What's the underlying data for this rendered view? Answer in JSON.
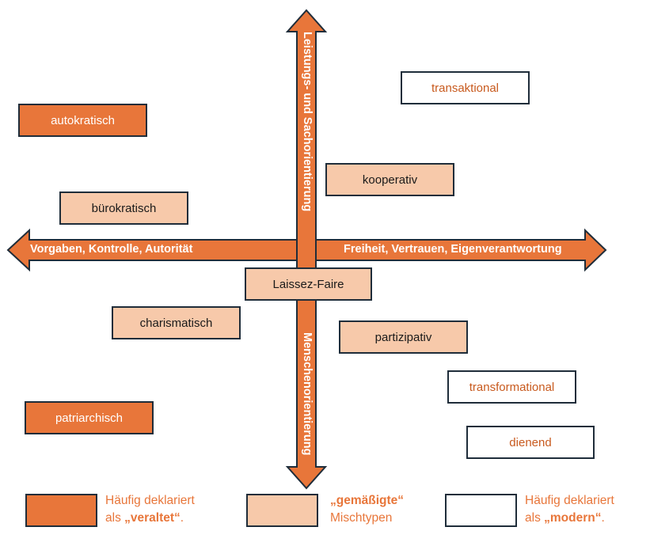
{
  "colors": {
    "veraltet": "#e8763a",
    "mischtypen": "#f7c9aa",
    "modern": "#ffffff",
    "arrow": "#e8763a",
    "border": "#1f2d3a",
    "modern_text": "#c85a1e"
  },
  "axes": {
    "left": "Vorgaben, Kontrolle, Autorität",
    "right": "Freiheit, Vertrauen, Eigenverantwortung",
    "top": "Leistungs- und Sachorientierung",
    "bottom": "Menschenorientierung"
  },
  "styles": {
    "autokratisch": "autokratisch",
    "buerokratisch": "bürokratisch",
    "charismatisch": "charismatisch",
    "patriarchisch": "patriarchisch",
    "transaktional": "transaktional",
    "kooperativ": "kooperativ",
    "laissez_faire": "Laissez-Faire",
    "partizipativ": "partizipativ",
    "transformational": "transformational",
    "dienend": "dienend"
  },
  "legend": {
    "veraltet": {
      "line1": "Häufig deklariert",
      "prefix": "als ",
      "strong": "„veraltet“",
      "suffix": "."
    },
    "mischtypen": {
      "strong": "„gemäßigte“",
      "line2": "Mischtypen"
    },
    "modern": {
      "line1": "Häufig deklariert",
      "prefix": "als ",
      "strong": "„modern“",
      "suffix": "."
    }
  }
}
